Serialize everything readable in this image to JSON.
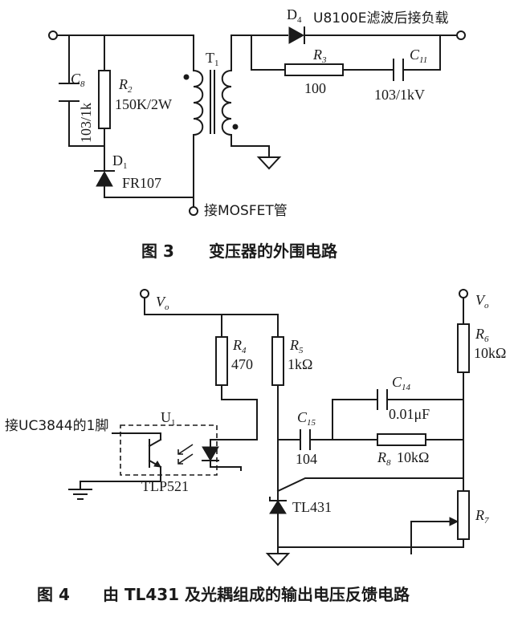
{
  "figure3": {
    "caption_num": "图 3",
    "caption_text": "变压器的外围电路",
    "labels": {
      "c8_name": "C",
      "c8_sub": "8",
      "c8_value": "103/1k",
      "r2_name": "R",
      "r2_sub": "2",
      "r2_value": "150K/2W",
      "d1_name": "D",
      "d1_sub": "1",
      "d1_value": "FR107",
      "t1_name": "T",
      "t1_sub": "1",
      "d4_name": "D",
      "d4_sub": "4",
      "d4_note": "U8100E滤波后接负载",
      "r3_name": "R",
      "r3_sub": "3",
      "r3_value": "100",
      "c11_name": "C",
      "c11_sub": "11",
      "c11_value": "103/1kV",
      "mosfet_note": "接MOSFET管"
    }
  },
  "figure4": {
    "caption_num": "图 4",
    "caption_text": "由 TL431 及光耦组成的输出电压反馈电路",
    "labels": {
      "vo_left_name": "V",
      "vo_left_sub": "o",
      "vo_right_name": "V",
      "vo_right_sub": "o",
      "r4_name": "R",
      "r4_sub": "4",
      "r4_value": "470",
      "r5_name": "R",
      "r5_sub": "5",
      "r5_value": "1kΩ",
      "r6_name": "R",
      "r6_sub": "6",
      "r6_value": "10kΩ",
      "c14_name": "C",
      "c14_sub": "14",
      "c14_value": "0.01μF",
      "c15_name": "C",
      "c15_sub": "15",
      "c15_value": "104",
      "r8_name": "R",
      "r8_sub": "8",
      "r8_value": "10kΩ",
      "u1_name": "U",
      "u1_sub": "1",
      "u1_value": "TLP521",
      "uc_note": "接UC3844的1脚",
      "tl431_value": "TL431",
      "r7_name": "R",
      "r7_sub": "7"
    }
  }
}
